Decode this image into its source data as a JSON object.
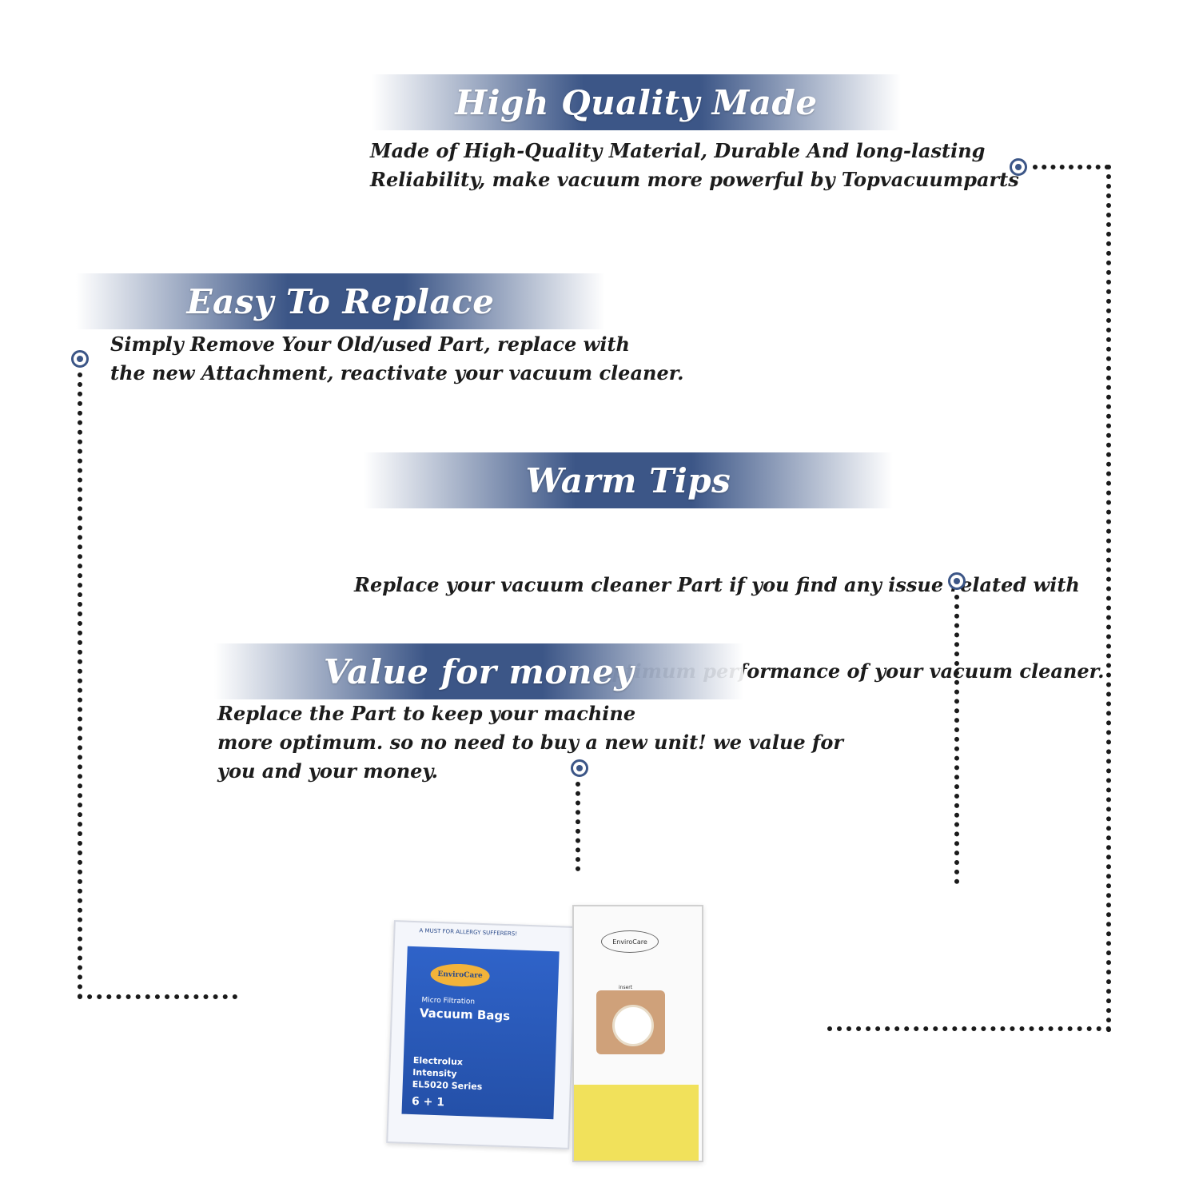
{
  "sections": [
    {
      "title": "High Quality Made",
      "lines": [
        "Made of  High-Quality Material, Durable And long-lasting",
        "Reliability, make vacuum more powerful by Topvacuumparts"
      ]
    },
    {
      "title": "Easy To Replace",
      "lines": [
        "Simply Remove Your Old/used Part, replace with",
        "the new Attachment, reactivate your vacuum cleaner."
      ]
    },
    {
      "title": "Warm Tips",
      "lines": [
        "Replace your vacuum cleaner Part if you find any issue related with",
        " attachment to ensure optimum performance of your vacuum cleaner."
      ]
    },
    {
      "title": "Value for money",
      "lines": [
        "Replace the Part to keep your machine",
        "more optimum. so no need to buy a new unit! we value for",
        "you and your money."
      ]
    }
  ],
  "product": {
    "pack_top": "A MUST FOR ALLERGY SUFFERERS!",
    "pack_logo": "EnviroCare",
    "pack_sub": "Micro Filtration",
    "pack_name": "Vacuum Bags",
    "pack_models": [
      "Electrolux",
      "Intensity",
      "EL5020 Series"
    ],
    "pack_count": "6 + 1",
    "bag_logo": "EnviroCare",
    "bag_insert": "insert"
  },
  "colors": {
    "banner": "#3c5687",
    "accent_dot": "#3c5687",
    "filter": "#f1e15b"
  }
}
